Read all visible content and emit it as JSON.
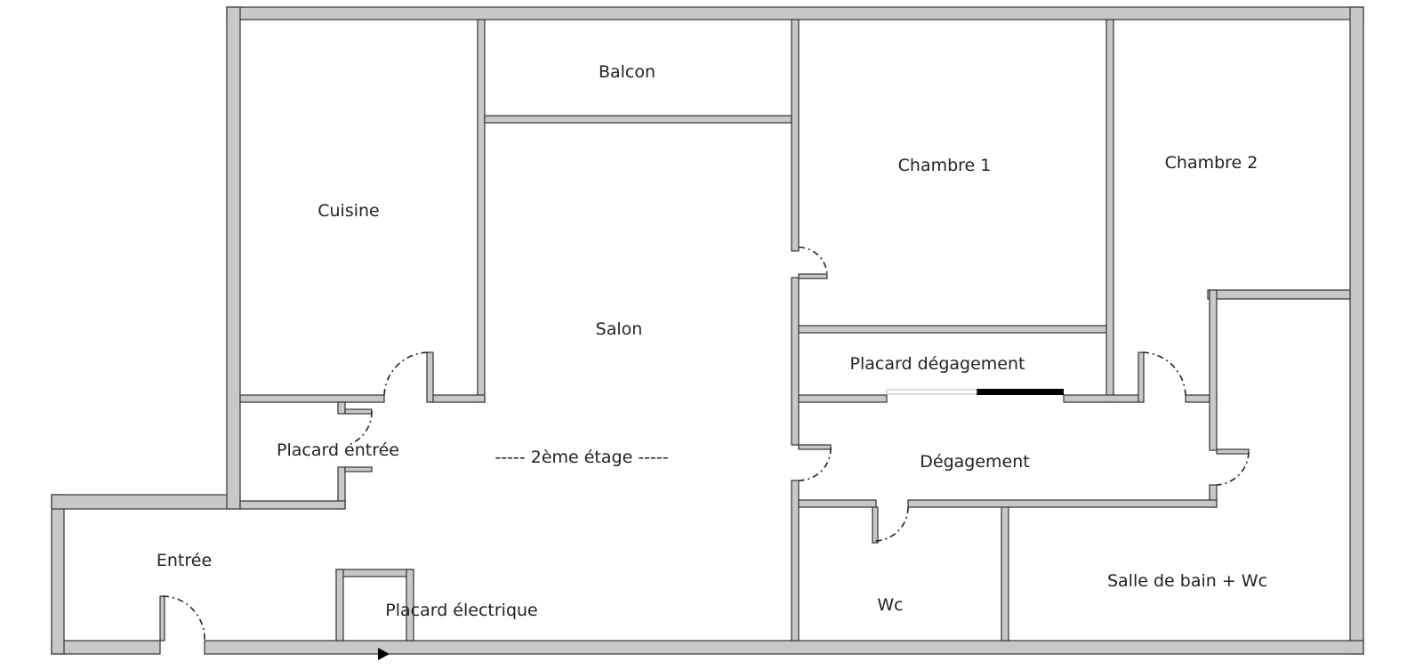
{
  "plan": {
    "floor_label": "----- 2ème étage -----",
    "rooms": [
      {
        "name": "Balcon"
      },
      {
        "name": "Chambre 1"
      },
      {
        "name": "Chambre 2"
      },
      {
        "name": "Cuisine"
      },
      {
        "name": "Salon"
      },
      {
        "name": "Placard dégagement"
      },
      {
        "name": "Placard entrée"
      },
      {
        "name": "Dégagement"
      },
      {
        "name": "Entrée"
      },
      {
        "name": "Wc"
      },
      {
        "name": "Salle de bain + Wc"
      },
      {
        "name": "Placard électrique"
      }
    ]
  }
}
